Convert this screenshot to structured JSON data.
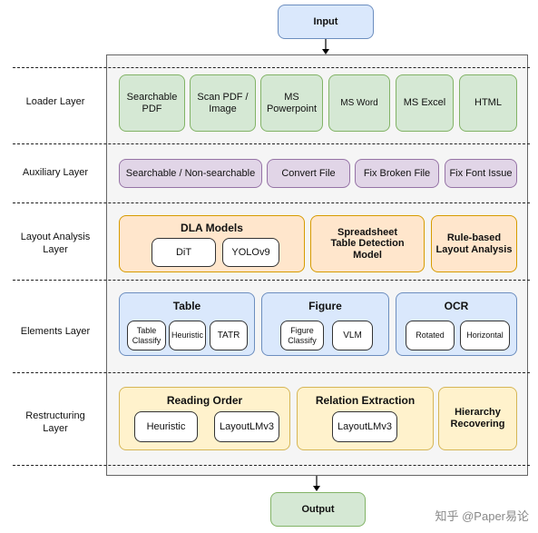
{
  "input": "Input",
  "output": "Output",
  "watermark": "知乎 @Paper易论",
  "layers": {
    "loader": "Loader Layer",
    "auxiliary": "Auxiliary Layer",
    "layout_analysis": "Layout Analysis\nLayer",
    "elements": "Elements Layer",
    "restructuring": "Restructuring\nLayer"
  },
  "loader_items": [
    "Searchable\nPDF",
    "Scan PDF /\nImage",
    "MS\nPowerpoint",
    "MS Word",
    "MS Excel",
    "HTML"
  ],
  "auxiliary_items": [
    "Searchable / Non-searchable",
    "Convert File",
    "Fix Broken File",
    "Fix Font Issue"
  ],
  "layout": {
    "dla_title": "DLA Models",
    "dla_items": [
      "DiT",
      "YOLOv9"
    ],
    "spreadsheet": "Spreadsheet\nTable Detection\nModel",
    "rule_based": "Rule-based\nLayout Analysis"
  },
  "elements": {
    "table_title": "Table",
    "table_items": [
      "Table\nClassify",
      "Heuristic",
      "TATR"
    ],
    "figure_title": "Figure",
    "figure_items": [
      "Figure\nClassify",
      "VLM"
    ],
    "ocr_title": "OCR",
    "ocr_items": [
      "Rotated",
      "Horizontal"
    ]
  },
  "restructuring": {
    "reading_title": "Reading Order",
    "reading_items": [
      "Heuristic",
      "LayoutLMv3"
    ],
    "relation_title": "Relation Extraction",
    "relation_items": [
      "LayoutLMv3"
    ],
    "hierarchy": "Hierarchy\nRecovering"
  },
  "colors": {
    "green": "#d5e8d4",
    "purple": "#e1d5e7",
    "orange": "#ffe6cc",
    "blue": "#dae8fc",
    "yellow": "#fff2cc",
    "main_bg": "#f5f5f5"
  }
}
